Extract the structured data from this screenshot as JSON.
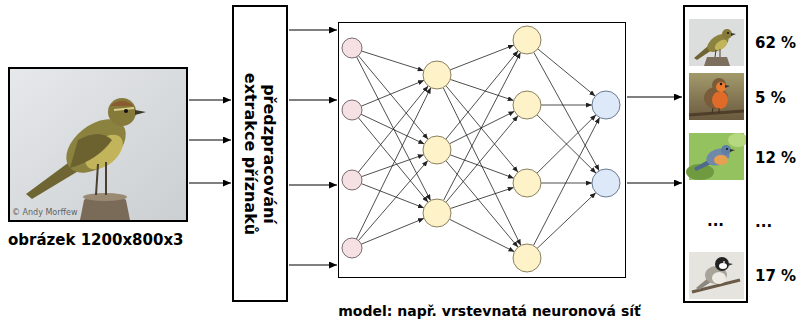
{
  "diagram": {
    "nodes": [
      {
        "text": [
          "obrázek 1200x800x3"
        ]
      },
      {
        "text": [
          "předzpracování extrakce příznaků"
        ]
      },
      {
        "text": [
          "model: např. vrstevnatá neuronová síť"
        ]
      },
      {
        "text": [
          "..."
        ]
      }
    ],
    "edges": [
      {
        "from": 0,
        "to": 1,
        "arrow": "to"
      },
      {
        "from": 0,
        "to": 1,
        "arrow": "to"
      },
      {
        "from": 0,
        "to": 1,
        "arrow": "to"
      },
      {
        "from": 1,
        "to": 2,
        "arrow": "to"
      },
      {
        "from": 1,
        "to": 2,
        "arrow": "to"
      },
      {
        "from": 1,
        "to": 2,
        "arrow": "to"
      },
      {
        "from": 1,
        "to": 2,
        "arrow": "to"
      },
      {
        "from": 2,
        "to": 3,
        "arrow": "to"
      },
      {
        "from": 2,
        "to": 3,
        "arrow": "to"
      }
    ],
    "labels": [
      "© Andy Morffew",
      "62 %",
      "5 %",
      "12 %",
      "...",
      "17 %"
    ]
  }
}
